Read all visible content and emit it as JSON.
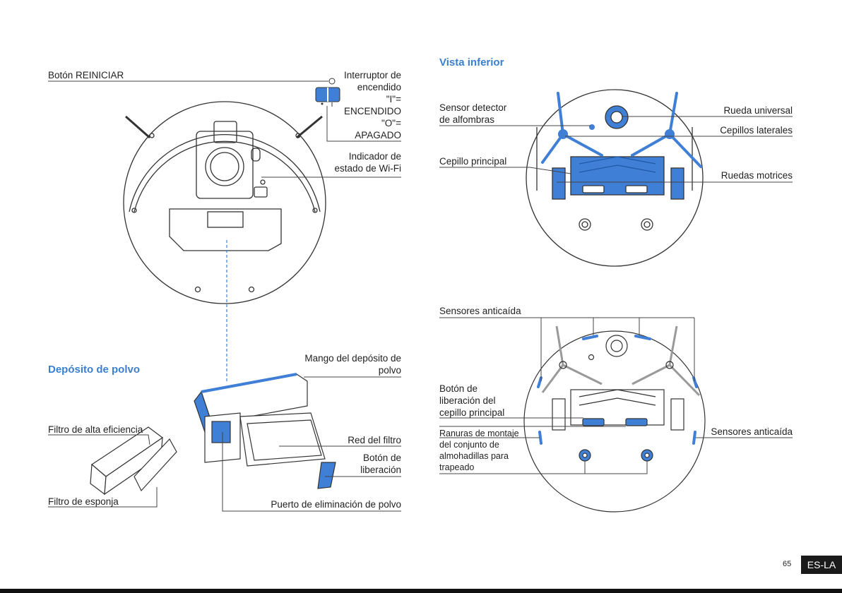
{
  "headings": {
    "bottom_view": "Vista inferior",
    "dust_bin": "Depósito de polvo"
  },
  "top_view": {
    "reset_button": "Botón REINICIAR",
    "power_switch": [
      "Interruptor de",
      "encendido",
      "\"I\"=",
      "ENCENDIDO",
      "\"O\"=",
      "APAGADO"
    ],
    "wifi_indicator": [
      "Indicador de",
      "estado de Wi-Fi"
    ]
  },
  "dust_bin": {
    "handle": [
      "Mango del depósito de",
      "polvo"
    ],
    "hepa_filter": "Filtro de alta eficiencia",
    "filter_net": "Red del filtro",
    "release_button": [
      "Botón de",
      "liberación"
    ],
    "sponge_filter": "Filtro de esponja",
    "dust_port": "Puerto de eliminación de polvo"
  },
  "bottom_view": {
    "carpet_sensor": [
      "Sensor detector",
      "de alfombras"
    ],
    "universal_wheel": "Rueda universal",
    "side_brushes": "Cepillos laterales",
    "main_brush": "Cepillo principal",
    "drive_wheels": "Ruedas motrices"
  },
  "bottom_view_2": {
    "cliff_sensors_top": "Sensores anticaída",
    "brush_release": [
      "Botón de",
      "liberación del",
      "cepillo principal"
    ],
    "mop_slots": [
      "Ranuras de montaje",
      "del conjunto de",
      "almohadillas para",
      "trapeado"
    ],
    "cliff_sensors_right": "Sensores anticaída"
  },
  "footer": {
    "page_number": "65",
    "language": "ES-LA"
  },
  "colors": {
    "accent": "#3a7fd0",
    "part_blue": "#3f7fd6",
    "line": "#333333"
  }
}
